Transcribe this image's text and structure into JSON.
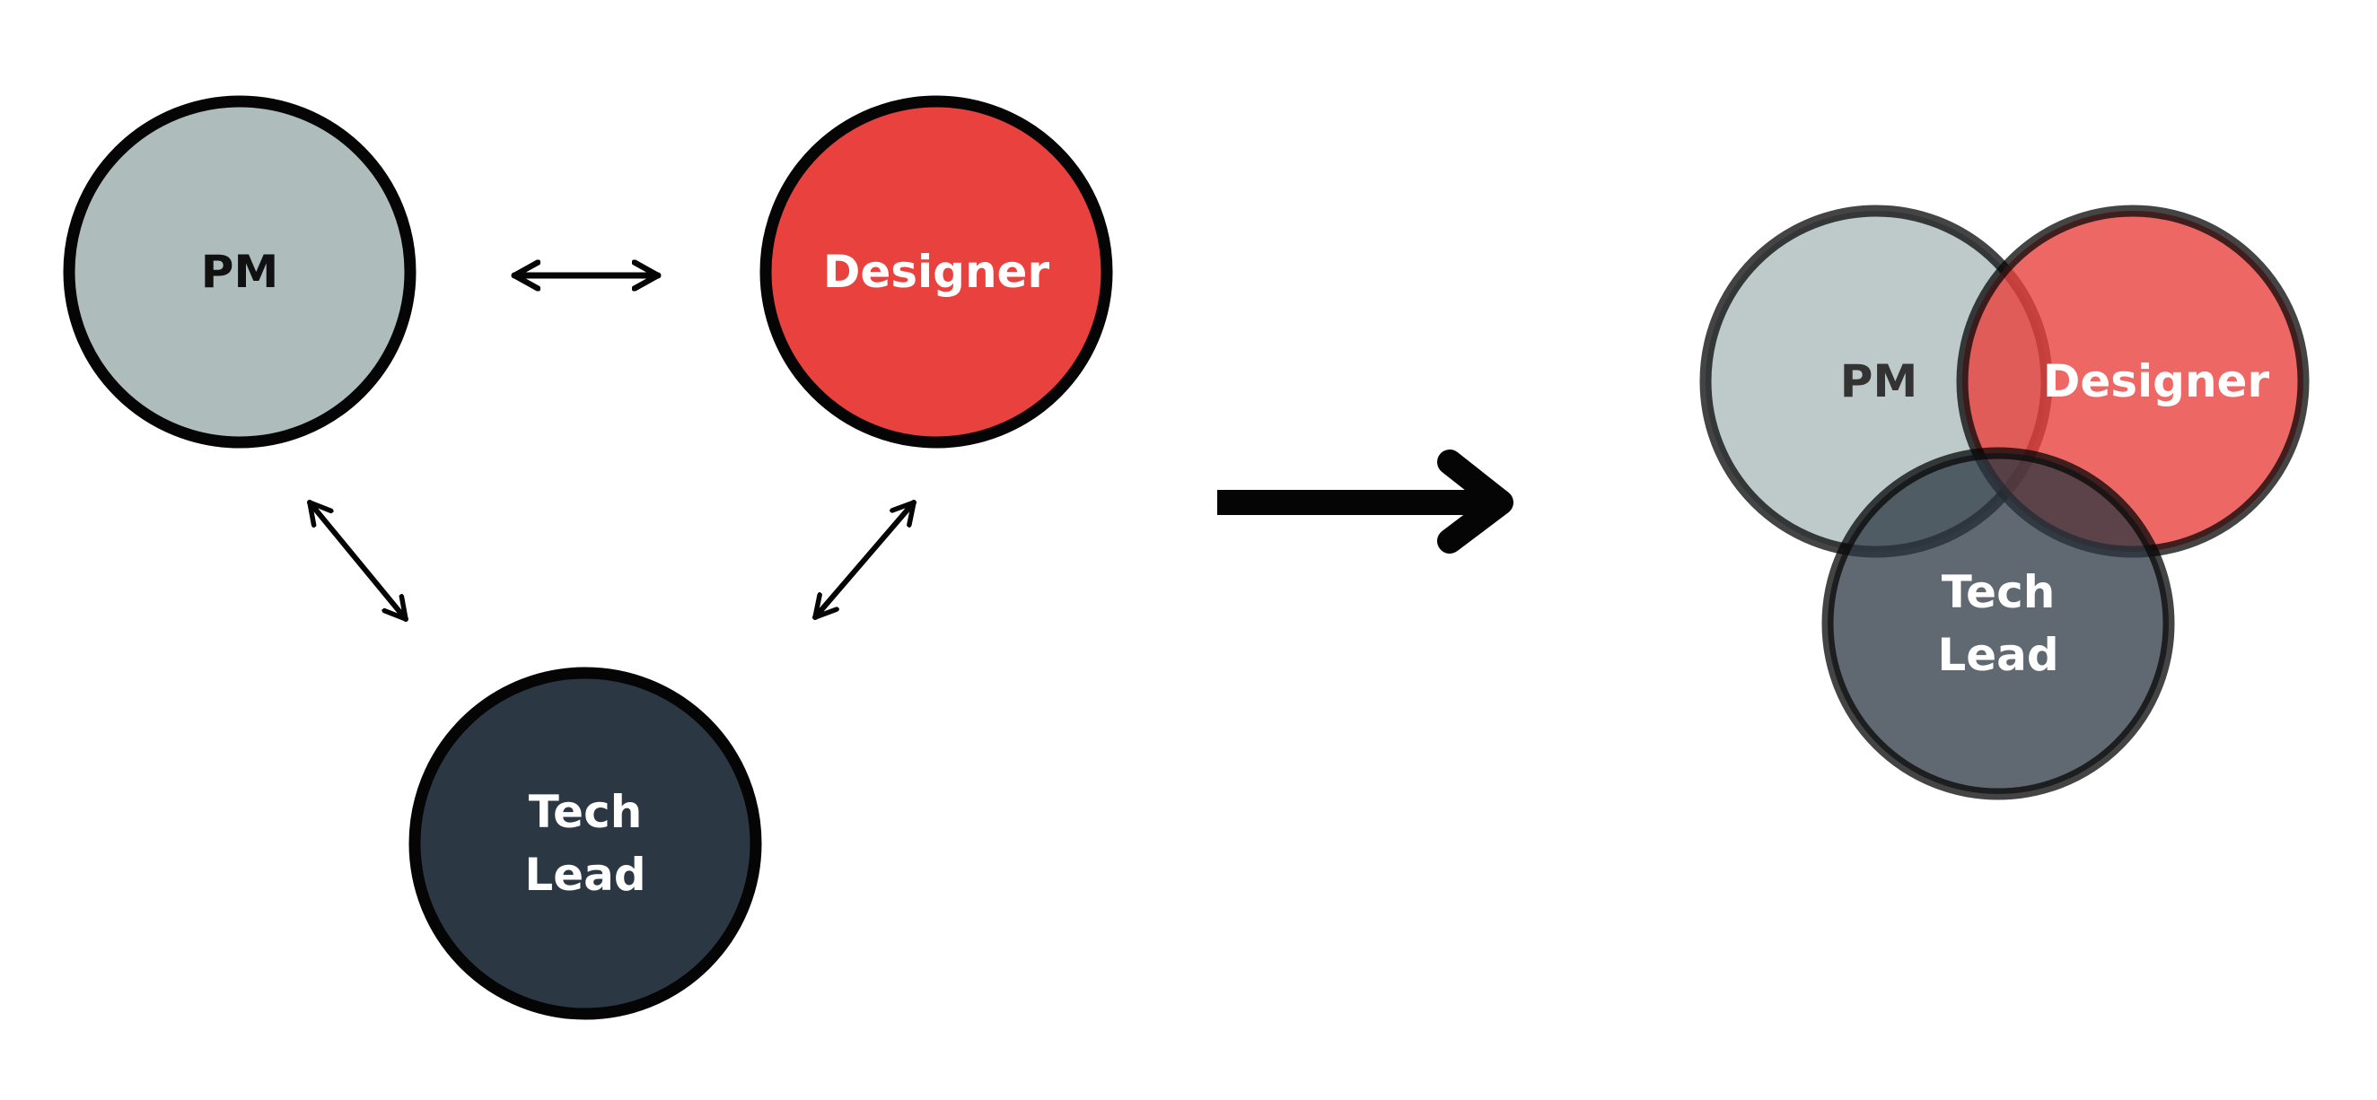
{
  "colors": {
    "pm": "#aebcbc",
    "designer": "#e9413d",
    "tech_lead": "#2b3742",
    "outline": "#050505",
    "label_dark": "#111111",
    "label_light": "#ffffff",
    "overlap_label_dark": "#333333"
  },
  "before": {
    "pm": {
      "label": "PM"
    },
    "designer": {
      "label": "Designer"
    },
    "tech_lead": {
      "label_line1": "Tech",
      "label_line2": "Lead"
    }
  },
  "after": {
    "pm": {
      "label": "PM"
    },
    "designer": {
      "label": "Designer"
    },
    "tech_lead": {
      "label_line1": "Tech",
      "label_line2": "Lead"
    }
  },
  "connectors": {
    "pm_designer": "bidirectional",
    "pm_tech_lead": "bidirectional",
    "designer_tech_lead": "bidirectional",
    "transition_arrow": "right"
  }
}
